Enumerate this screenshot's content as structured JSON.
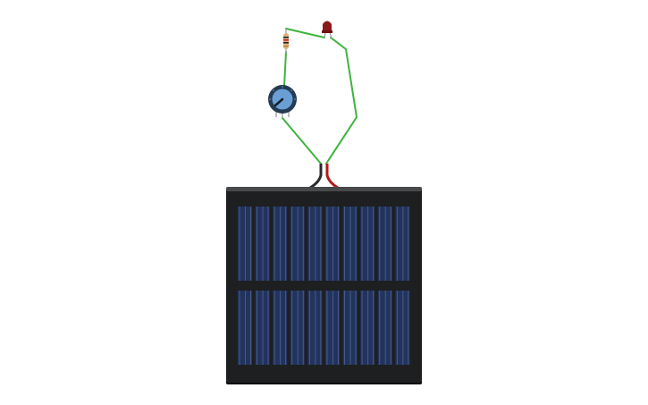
{
  "components": [
    {
      "icon": "resistor-icon",
      "type": "resistor"
    },
    {
      "icon": "led-icon",
      "type": "led",
      "color": "#8b1a1a"
    },
    {
      "icon": "potentiometer-icon",
      "type": "potentiometer",
      "color": "#6a9fd6"
    },
    {
      "icon": "solar-panel-icon",
      "type": "solar-panel",
      "cell_color": "#22335e",
      "frame_color": "#1e1f20"
    }
  ],
  "solar_panel": {
    "rows": 2,
    "columns": 10
  },
  "colors": {
    "wire": "#3db43d",
    "negative_lead": "#2b2b2b",
    "positive_lead": "#b01c1c"
  }
}
